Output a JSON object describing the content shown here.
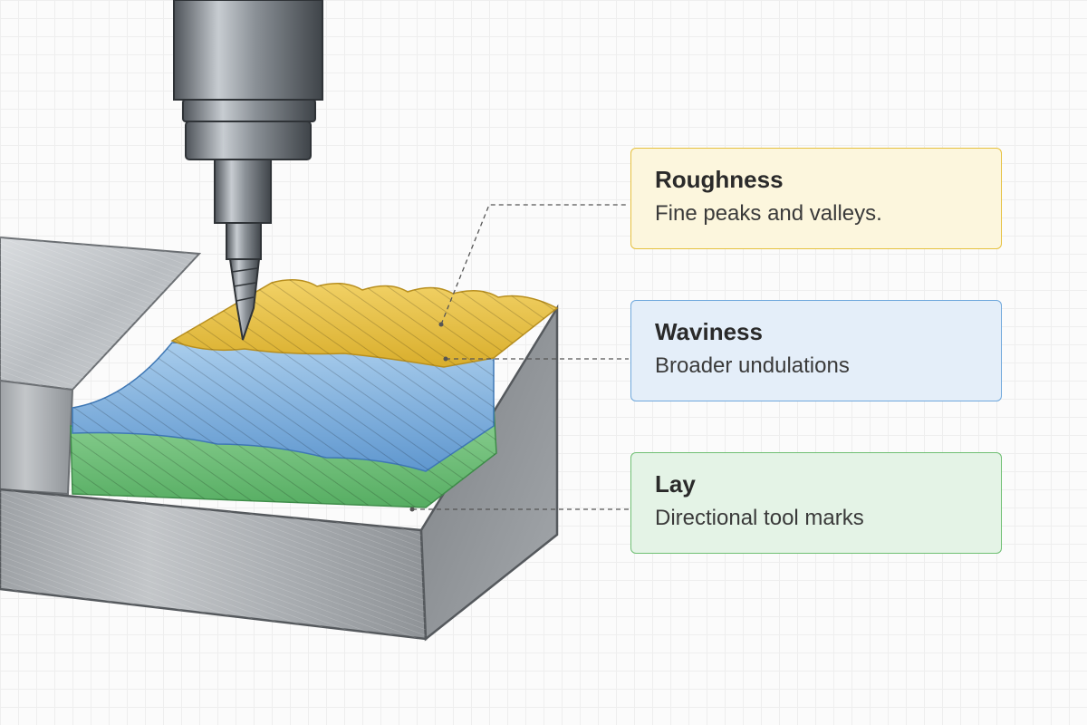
{
  "colors": {
    "roughness": "#e6c13f",
    "roughness_bg": "#fcf6dd",
    "waviness": "#6fa8dc",
    "waviness_bg": "#e4eef9",
    "lay": "#6fbf73",
    "lay_bg": "#e4f3e6",
    "metal": "#a8acb1",
    "grid": "#eeeeee"
  },
  "illustration": {
    "tool": "milling-tool-icon",
    "workpiece": "machined-metal-block",
    "layers": [
      "roughness",
      "waviness",
      "lay"
    ]
  },
  "callouts": [
    {
      "key": "roughness",
      "title": "Roughness",
      "description": "Fine peaks and valleys."
    },
    {
      "key": "waviness",
      "title": "Waviness",
      "description": "Broader undulations"
    },
    {
      "key": "lay",
      "title": "Lay",
      "description": "Directional tool marks"
    }
  ]
}
